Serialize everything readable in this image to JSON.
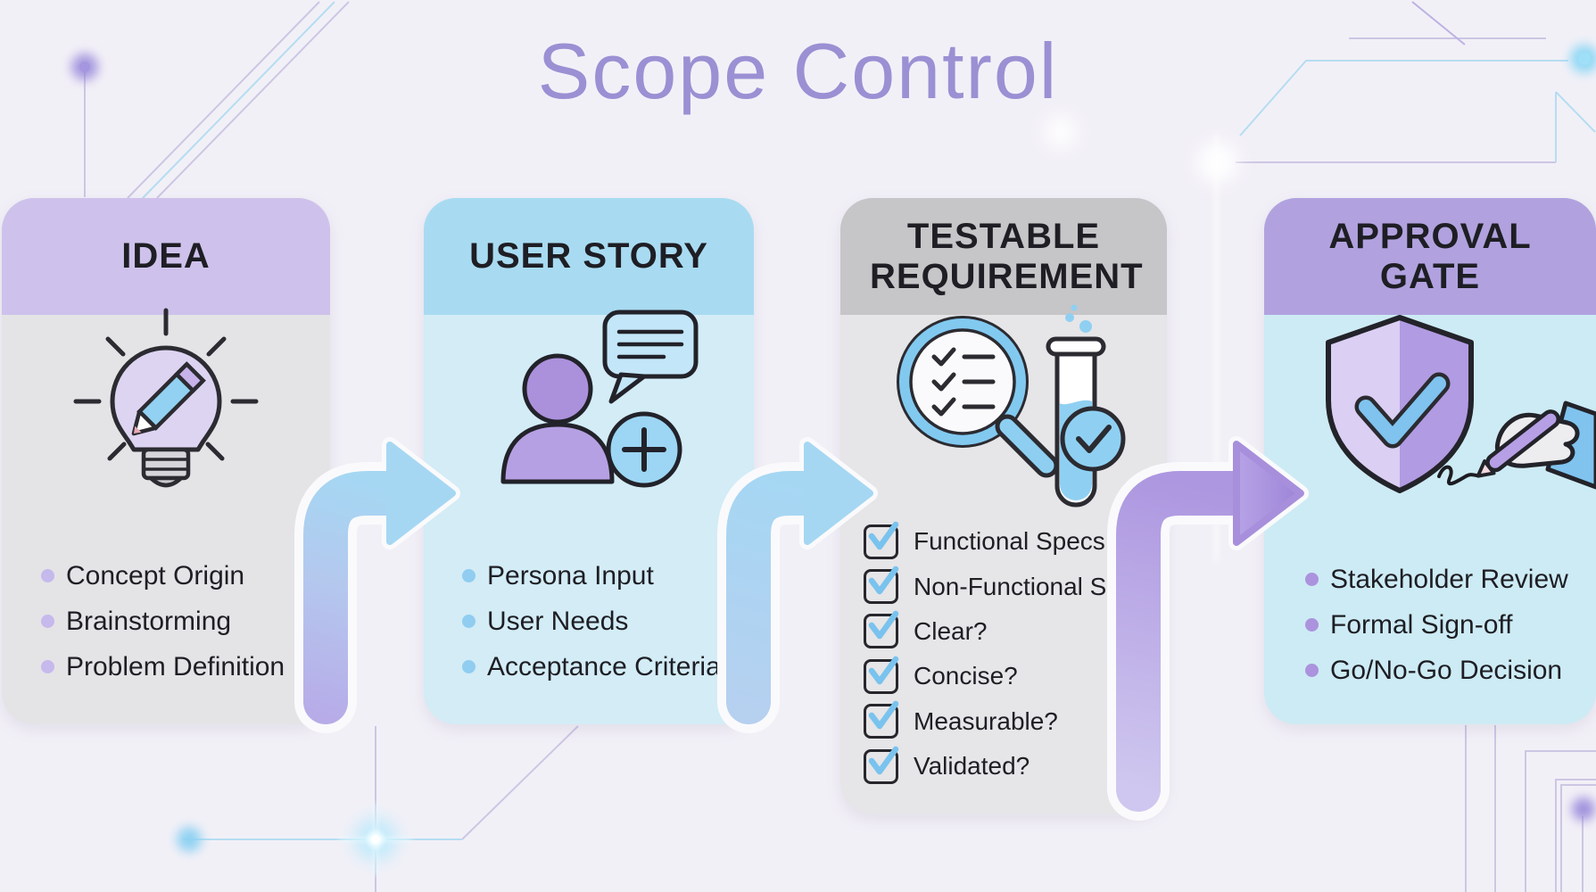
{
  "title": "Scope Control",
  "cards": [
    {
      "header": "IDEA",
      "icon": "lightbulb-pencil-icon",
      "items": [
        {
          "label": "Concept Origin"
        },
        {
          "label": "Brainstorming"
        },
        {
          "label": "Problem Definition"
        }
      ]
    },
    {
      "header": "USER STORY",
      "icon": "user-add-speech-bubble-icon",
      "items": [
        {
          "label": "Persona Input"
        },
        {
          "label": "User Needs"
        },
        {
          "label": "Acceptance Criteria"
        }
      ]
    },
    {
      "header": "TESTABLE REQUIREMENT",
      "icon": "magnifier-checklist-test-tube-icon",
      "items": [
        {
          "label": "Functional Specs"
        },
        {
          "label": "Non-Functional Specs"
        },
        {
          "label": "Clear?"
        },
        {
          "label": "Concise?"
        },
        {
          "label": "Measurable?"
        },
        {
          "label": "Validated?"
        }
      ]
    },
    {
      "header": "APPROVAL GATE",
      "icon": "shield-check-signature-icon",
      "items": [
        {
          "label": "Stakeholder Review"
        },
        {
          "label": "Formal Sign-off"
        },
        {
          "label": "Go/No-Go Decision"
        }
      ]
    }
  ],
  "colors": {
    "background": "#f2f0f7",
    "title_text": "#9a90d3",
    "body_text": "#1e1e24",
    "card1_header": "#cec2ec",
    "card1_body": "#e4e3e6",
    "card1_bullet": "#c6b9ec",
    "card2_header": "#a8dbf1",
    "card2_body": "#d3ecf6",
    "card2_bullet": "#90cdf0",
    "card3_header": "#c6c5c8",
    "card3_body": "#e6e5e7",
    "checkmark_blue": "#79c3ee",
    "card4_header": "#b1a2df",
    "card4_body": "#cdebf4",
    "card4_bullet": "#ab93de",
    "arrow_blue": "#a5d7f3",
    "arrow_purple": "#a88fdd"
  }
}
